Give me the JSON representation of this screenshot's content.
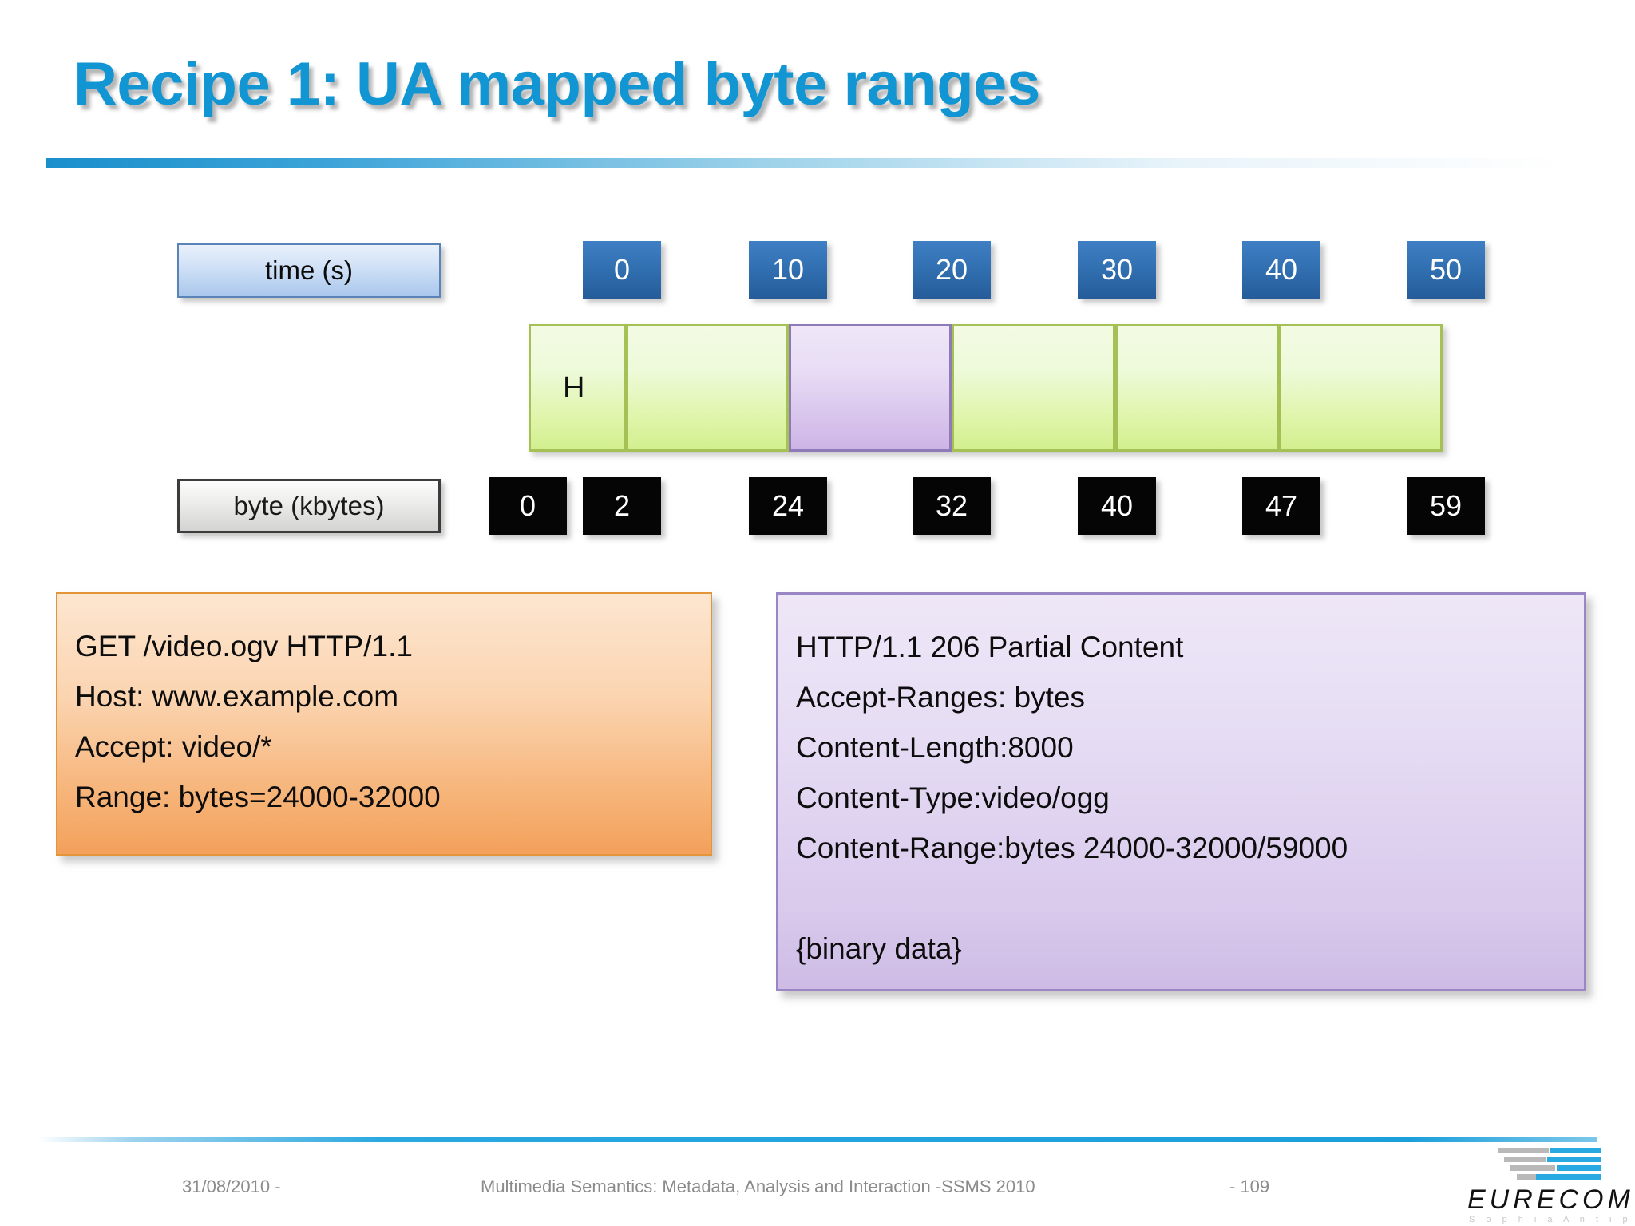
{
  "slide": {
    "title": "Recipe 1: UA mapped byte ranges",
    "title_color": "#1296d3"
  },
  "diagram": {
    "time_legend_label": "time (s)",
    "byte_legend_label": "byte (kbytes)",
    "time_markers": [
      "0",
      "10",
      "20",
      "30",
      "40",
      "50"
    ],
    "byte_markers": [
      "0",
      "2",
      "24",
      "32",
      "40",
      "47",
      "59"
    ],
    "header_segment_label": "H",
    "segments": [
      {
        "label": "H",
        "kind": "green"
      },
      {
        "label": "",
        "kind": "green"
      },
      {
        "label": "",
        "kind": "purple"
      },
      {
        "label": "",
        "kind": "green"
      },
      {
        "label": "",
        "kind": "green"
      },
      {
        "label": "",
        "kind": "green"
      }
    ],
    "colors": {
      "time_marker": "#2f6dae",
      "byte_marker": "#050505",
      "segment_green": "#d7f19b",
      "segment_purple": "#d4bfea"
    }
  },
  "request": {
    "lines": [
      "GET /video.ogv HTTP/1.1",
      "Host: www.example.com",
      "Accept: video/*",
      "Range: bytes=24000-32000"
    ],
    "color": "#f3a15c"
  },
  "response": {
    "lines": [
      "HTTP/1.1 206 Partial Content",
      "Accept-Ranges: bytes",
      "Content-Length:8000",
      "Content-Type:video/ogg",
      "Content-Range:bytes 24000-32000/59000",
      "",
      "{binary data}"
    ],
    "color": "#cdbbe5"
  },
  "footer": {
    "date": "31/08/2010 -",
    "conference": "Multimedia Semantics: Metadata, Analysis and Interaction -SSMS 2010",
    "page": "- 109"
  },
  "logo": {
    "name": "EURECOM",
    "tagline": "S o p h i a   A n t i p o l i s"
  }
}
